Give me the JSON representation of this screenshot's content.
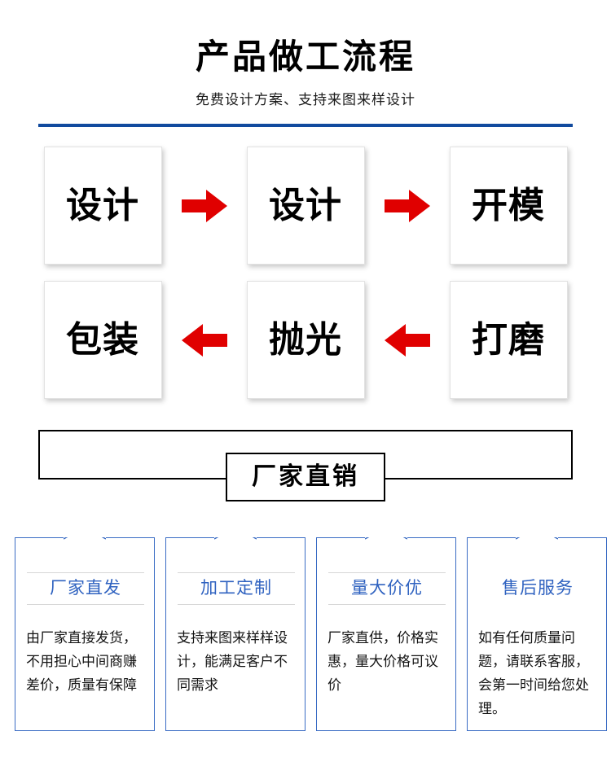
{
  "header": {
    "title": "产品做工流程",
    "subtitle": "免费设计方案、支持来图来样设计",
    "rule_color": "#114a9e"
  },
  "flow": {
    "arrow_color": "#e00000",
    "rows": [
      {
        "direction": "right",
        "arrow_icon": "arrow-right-icon",
        "steps": [
          {
            "label": "设计"
          },
          {
            "label": "设计"
          },
          {
            "label": "开模"
          }
        ]
      },
      {
        "direction": "left",
        "arrow_icon": "arrow-left-icon",
        "steps": [
          {
            "label": "包装"
          },
          {
            "label": "抛光"
          },
          {
            "label": "打磨"
          }
        ]
      }
    ]
  },
  "banner": {
    "badge_label": "厂家直销"
  },
  "features": {
    "title_color": "#2f62c0",
    "border_color": "#3a6cc4",
    "cards": [
      {
        "title": "厂家直发",
        "body": "由厂家直接发货，不用担心中间商赚差价，质量有保障",
        "dividers": true
      },
      {
        "title": "加工定制",
        "body": "支持来图来样样设计，能满足客户不同需求",
        "dividers": true
      },
      {
        "title": "量大价优",
        "body": "厂家直供，价格实惠，量大价格可议价",
        "dividers": true
      },
      {
        "title": "售后服务",
        "body": "如有任何质量问题，请联系客服，会第一时间给您处理。",
        "dividers": false
      }
    ]
  }
}
